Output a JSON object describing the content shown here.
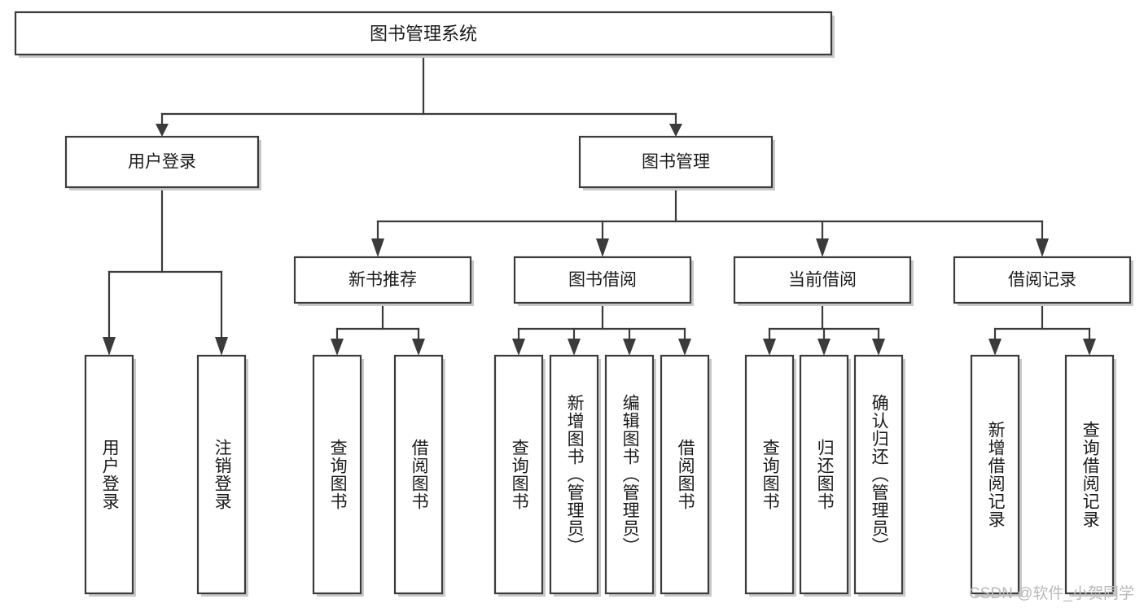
{
  "diagram": {
    "type": "tree",
    "title": "图书管理系统",
    "orientation": "top-down",
    "style": {
      "box_fill": "#ffffff",
      "box_stroke": "#3b3b3b",
      "connector_color": "#3b3b3b",
      "text_color": "#1a1a1a",
      "background": "#ffffff",
      "watermark_color": "#b9b9b9"
    },
    "root": {
      "label": "图书管理系统"
    },
    "level2": [
      {
        "label": "用户登录"
      },
      {
        "label": "图书管理"
      }
    ],
    "level3": [
      {
        "label": "新书推荐"
      },
      {
        "label": "图书借阅"
      },
      {
        "label": "当前借阅"
      },
      {
        "label": "借阅记录"
      }
    ],
    "leaves": {
      "user_login": [
        {
          "label": "用户登录"
        },
        {
          "label": "注销登录"
        }
      ],
      "new_book_recommend": [
        {
          "label": "查询图书"
        },
        {
          "label": "借阅图书"
        }
      ],
      "book_borrow": [
        {
          "label": "查询图书"
        },
        {
          "label": "新增图书（管理员）"
        },
        {
          "label": "编辑图书（管理员）"
        },
        {
          "label": "借阅图书"
        }
      ],
      "current_borrow": [
        {
          "label": "查询图书"
        },
        {
          "label": "归还图书"
        },
        {
          "label": "确认归还（管理员）"
        }
      ],
      "borrow_record": [
        {
          "label": "新增借阅记录"
        },
        {
          "label": "查询借阅记录"
        }
      ]
    }
  },
  "watermark": {
    "text": "CSDN @软件_小贺同学"
  }
}
